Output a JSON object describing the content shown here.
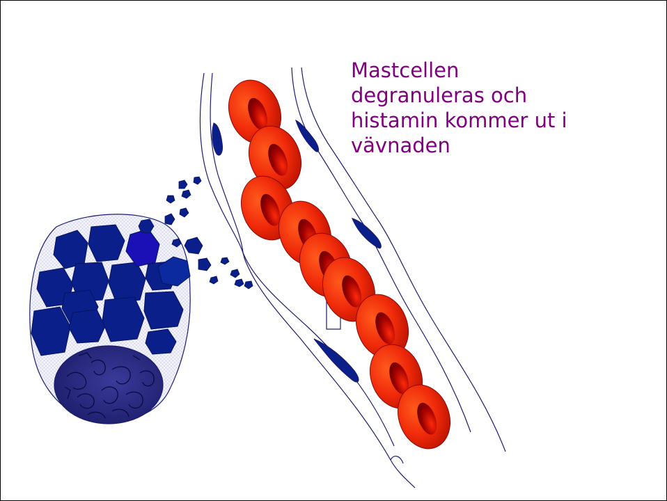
{
  "caption": {
    "lines": [
      "Mastcellen",
      "degranuleras och",
      "histamin kommer ut i",
      "vävnaden"
    ],
    "color": "#800080"
  },
  "colors": {
    "granule": "#0a1f8a",
    "granule_dark": "#05145e",
    "granule_bright": "#1a10b5",
    "rbc_outer": "#ff3a10",
    "rbc_inner": "#7a0000",
    "nucleus": "#2a2a80",
    "outline": "#1c1c6e"
  },
  "illustration": {
    "mast_cell": "mast-cell",
    "blood_vessel": "blood-vessel",
    "red_blood_cells": "red-blood-cells",
    "endothelial_nuclei": "endothelial-nuclei",
    "histamine_granules": "histamine-granules"
  }
}
